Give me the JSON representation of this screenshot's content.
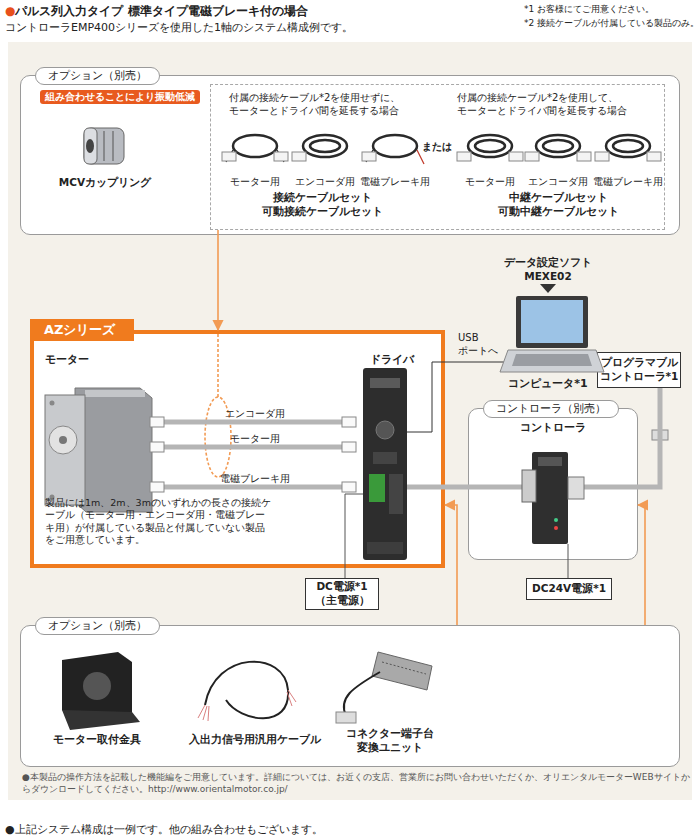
{
  "diagram": {
    "title": "●パルス列入力タイプ 標準タイプ電磁ブレーキ付の場合",
    "caption": "●上記システム構成は一例です。他の組み合わせもございます。",
    "nodes": [
      {
        "text": [
          "オプション（別売）"
        ]
      },
      {
        "text": [
          "組み合わせることにより振動低減"
        ],
        "in": 0
      },
      {
        "text": [
          "付属の接続ケーブル*2を使用せずに、 モーターとドライバ間を延長する場合",
          "付属の接続ケーブル*2を使用して、 モーターとドライバ間を延長する場合"
        ],
        "in": 0
      },
      {
        "text": [
          "AZシリーズ"
        ]
      },
      {
        "text": [
          "プログラマブルコントローラ*1"
        ]
      },
      {
        "text": [
          "コントローラ（別売）",
          "コントローラ"
        ]
      },
      {
        "text": [
          "DC電源*1 （主電源）"
        ]
      },
      {
        "text": [
          "DC24V電源*1"
        ]
      },
      {
        "text": [
          "オプション（別売）"
        ]
      }
    ],
    "edges": [
      {
        "from": 2,
        "to": 3,
        "arrow": "to"
      },
      {
        "from": 3,
        "to": 5,
        "arrow": "none"
      },
      {
        "from": 5,
        "to": 4,
        "arrow": "none"
      },
      {
        "from": 6,
        "to": 3,
        "arrow": "none"
      },
      {
        "from": 7,
        "to": 5,
        "arrow": "none"
      },
      {
        "from": 8,
        "to": 3,
        "arrow": "to"
      },
      {
        "from": 8,
        "to": 5,
        "arrow": "to"
      }
    ],
    "labels": [
      "コントローラEMP400シリーズを使用した1軸のシステム構成例です。",
      "*1 お客様にてご用意ください。",
      "*2 接続ケーブルが付属している製品のみ。",
      "MCVカップリング",
      "モーター用",
      "エンコーダ用",
      "電磁ブレーキ用",
      "または",
      "モーター用",
      "エンコーダ用",
      "電磁ブレーキ用",
      "接続ケーブルセット 可動接続ケーブルセット",
      "中継ケーブルセット 可動中継ケーブルセット",
      "データ設定ソフト MEXE02",
      "USB ポートへ",
      "コンピュータ*1",
      "モーター",
      "ドライバ",
      "エンコーダ用",
      "モーター用",
      "電磁ブレーキ用",
      "製品には1m、2m、3mのいずれかの長さの接続ケーブル（モーター用・エンコーダ用・電磁ブレーキ用）が付属している製品と付属していない製品をご用意しています。",
      "モーター取付金具",
      "入出力信号用汎用ケーブル",
      "コネクター端子台 変換ユニット",
      "●本製品の操作方法を記載した機能編をご用意しています。詳細については、お近くの支店、営業所にお問い合わせいただくか、オリエンタルモーターWEBサイトからダウンロードしてください。http://www.orientalmotor.co.jp/"
    ]
  }
}
